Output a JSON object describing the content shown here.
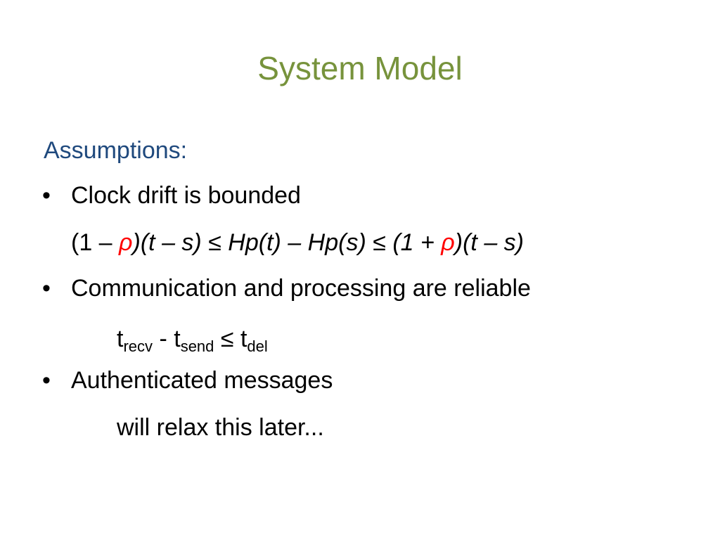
{
  "slide": {
    "title": "System Model",
    "assumptions_heading": "Assumptions:",
    "bullet_glyph": "•",
    "bullets": [
      {
        "text": "Clock drift is bounded",
        "formula": {
          "open": "(1 – ",
          "rho": "ρ",
          "middle": ")(t – s) ≤ Hp(t) – Hp(s) ≤ (1 + ",
          "rho2": "ρ",
          "close": ")(t – s)"
        }
      },
      {
        "text": "Communication and processing are reliable",
        "delivery": {
          "t1": "t",
          "sub1": "recv",
          "minus": " - t",
          "sub2": "send",
          "leq": " ≤ t",
          "sub3": "del"
        }
      },
      {
        "text": "Authenticated messages",
        "note": "will relax this later..."
      }
    ],
    "colors": {
      "title": "#77933c",
      "heading": "#1f497d",
      "rho": "#ff0000",
      "text": "#000000"
    }
  }
}
